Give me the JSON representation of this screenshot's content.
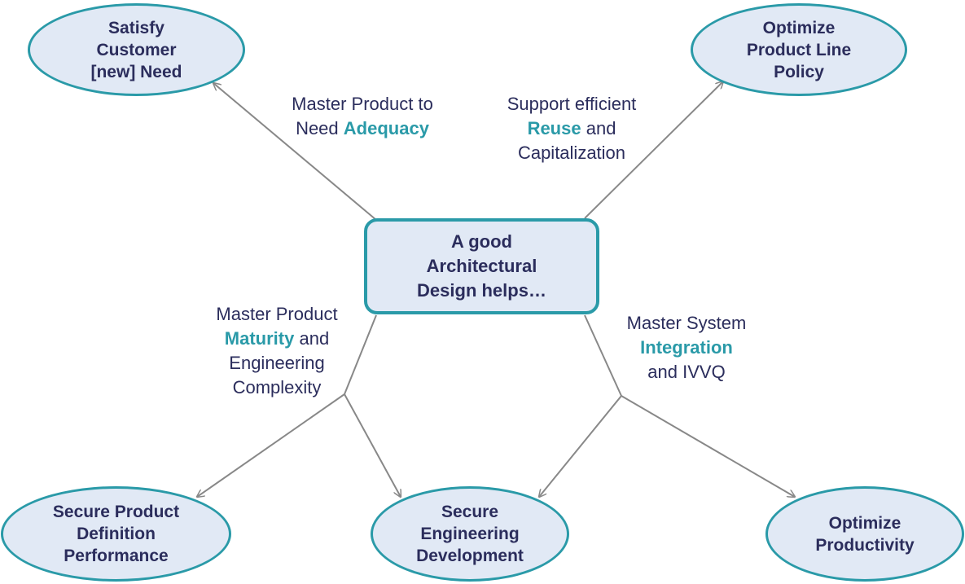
{
  "center": {
    "text": "A good\nArchitectural\nDesign helps…"
  },
  "nodes": {
    "satisfy": "Satisfy\nCustomer\n[new] Need",
    "optimize_line": "Optimize\nProduct Line\nPolicy",
    "secure_product": "Secure Product\nDefinition\nPerformance",
    "secure_engineering": "Secure\nEngineering\nDevelopment",
    "optimize_productivity": "Optimize\nProductivity"
  },
  "labels": {
    "adequacy": {
      "l1": "Master Product to",
      "l2a": "Need ",
      "l2b": "Adequacy"
    },
    "reuse": {
      "l1": "Support efficient",
      "l2a": "Reuse",
      "l2b": " and",
      "l3": "Capitalization"
    },
    "maturity": {
      "l1": "Master Product",
      "l2a": "Maturity",
      "l2b": " and",
      "l3": "Engineering",
      "l4": "Complexity"
    },
    "integration": {
      "l1": "Master System",
      "l2": "Integration",
      "l3": "and IVVQ"
    }
  },
  "colors": {
    "accent": "#2a9aa8",
    "node_fill": "#e1e9f5",
    "text": "#2b2d5c",
    "line": "#888888"
  }
}
